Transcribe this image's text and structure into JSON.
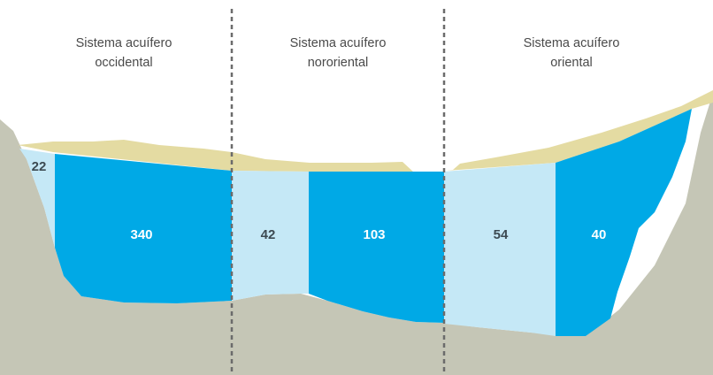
{
  "colors": {
    "rock": "#c5c6b6",
    "sand": "#e4dba2",
    "water_dark": "#00a9e6",
    "water_light": "#c5e8f6",
    "divider": "#6b6b6b",
    "title_text": "#4a4a4a",
    "label_dark": "#3d4a52",
    "label_light": "#ffffff"
  },
  "systems": [
    {
      "title_line1": "Sistema acuífero",
      "title_line2": "occidental"
    },
    {
      "title_line1": "Sistema acuífero",
      "title_line2": "nororiental"
    },
    {
      "title_line1": "Sistema acuífero",
      "title_line2": "oriental"
    }
  ],
  "segments": [
    {
      "value": "22",
      "shade": "light"
    },
    {
      "value": "340",
      "shade": "dark"
    },
    {
      "value": "42",
      "shade": "light"
    },
    {
      "value": "103",
      "shade": "dark"
    },
    {
      "value": "54",
      "shade": "light"
    },
    {
      "value": "40",
      "shade": "dark"
    }
  ]
}
